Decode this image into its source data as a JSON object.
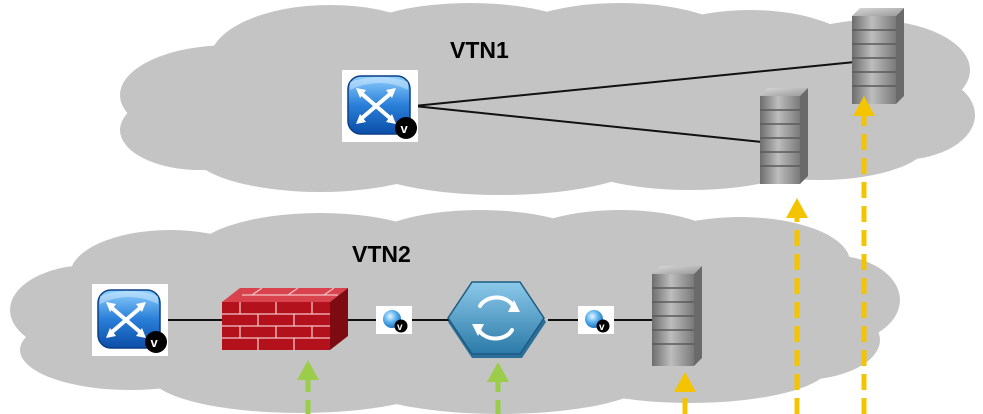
{
  "clouds": [
    {
      "label": "VTN1"
    },
    {
      "label": "VTN2"
    }
  ],
  "badge_letter": "v",
  "icons": {
    "vbridge": "virtual-switch-icon",
    "server": "server-rack-icon",
    "firewall": "firewall-icon",
    "router": "virtual-router-icon",
    "interface": "virtual-interface-icon"
  },
  "colors": {
    "cloud": "#c4c4c4",
    "link": "#111111",
    "arrow_yellow": "#f5c400",
    "arrow_green": "#9ccd4a",
    "switch_blue": "#2a7fd8",
    "firewall_red": "#b3121c",
    "router_blue": "#4f9bc6"
  }
}
